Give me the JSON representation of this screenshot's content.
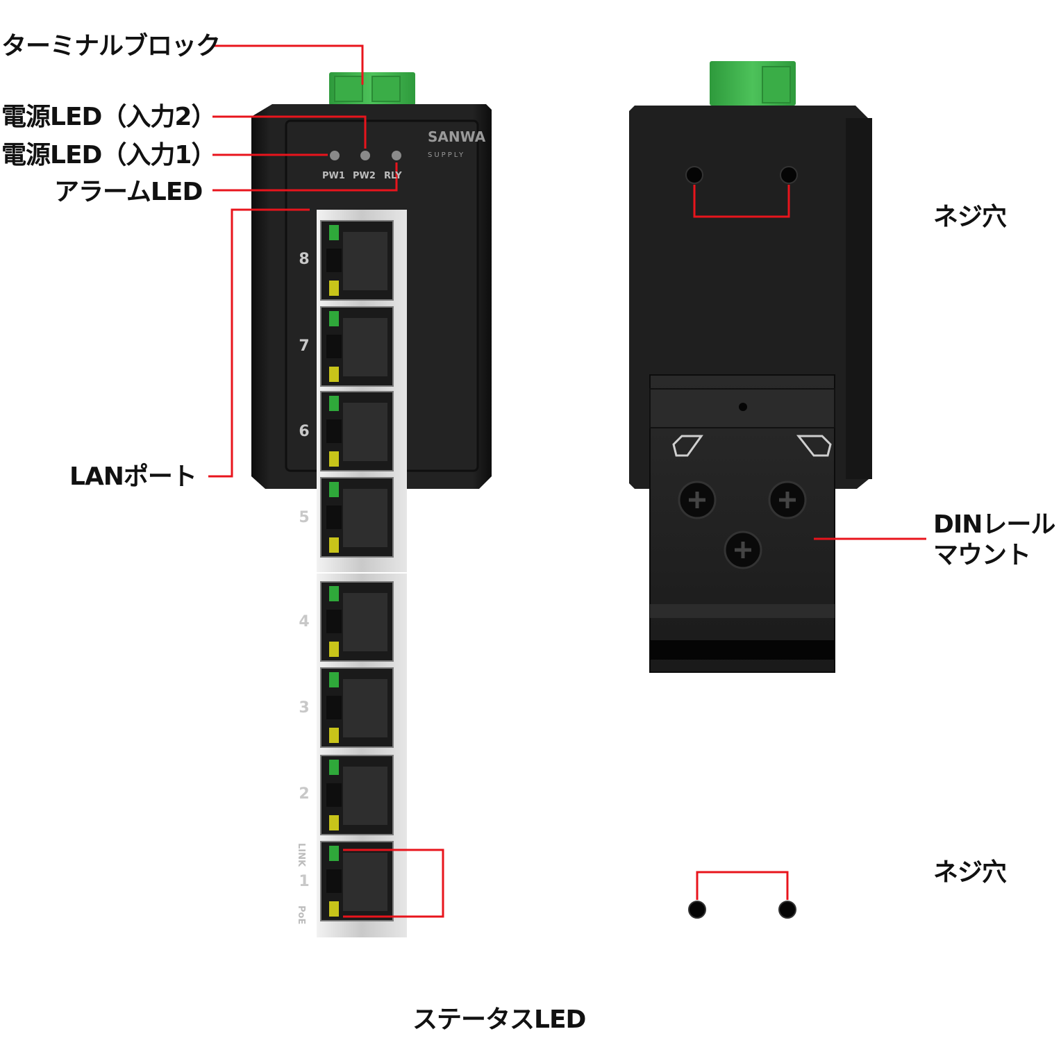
{
  "callouts": {
    "terminal_block": "ターミナルブロック",
    "power_led_2": "電源LED（入力2）",
    "power_led_1": "電源LED（入力1）",
    "alarm_led": "アラームLED",
    "lan_port": "LANポート",
    "status_led": "ステータスLED",
    "screw_hole_top": "ネジ穴",
    "din_rail_line1": "DINレール",
    "din_rail_line2": "マウント",
    "screw_hole_bottom": "ネジ穴"
  },
  "front_panel": {
    "logo_line1": "SANWA",
    "logo_line2": "SUPPLY",
    "led_labels": [
      "PW1",
      "PW2",
      "RLY"
    ],
    "port_numbers": [
      "8",
      "7",
      "6",
      "5",
      "4",
      "3",
      "2",
      "1"
    ],
    "port1_link_label": "LINK",
    "port1_poe_label": "PoE"
  },
  "colors": {
    "callout_line": "#e8141c",
    "housing": "#1c1c1c",
    "terminal_green": "#3fb24a",
    "led_link_green": "#2fa83a",
    "led_poe_yellow": "#c8c41a"
  }
}
